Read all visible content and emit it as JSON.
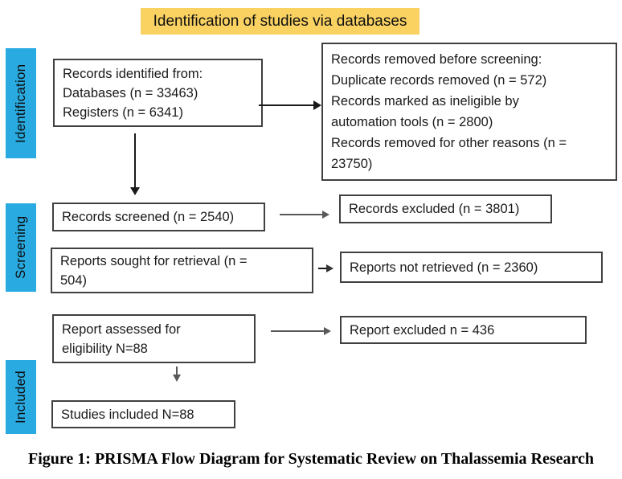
{
  "banner": {
    "label": "Identification of studies via databases"
  },
  "stages": {
    "identification": "Identification",
    "screening": "Screening",
    "included": "Included"
  },
  "boxes": {
    "records_identified": [
      "Records identified from:",
      "Databases (n = 33463)",
      "Registers (n = 6341)"
    ],
    "records_removed": [
      "Records removed before screening:",
      "Duplicate records removed (n = 572)",
      "Records marked as ineligible by",
      "automation tools (n = 2800)",
      "Records removed for other reasons (n =",
      "23750)"
    ],
    "records_screened": "Records screened (n = 2540)",
    "records_excluded": "Records excluded (n = 3801)",
    "reports_sought": [
      "Reports sought for retrieval (n =",
      "504)"
    ],
    "reports_not_retrieved": "Reports not retrieved (n = 2360)",
    "report_assessed": [
      "Report assessed for",
      "eligibility N=88"
    ],
    "report_excluded": "Report excluded n = 436",
    "studies_included": "Studies included N=88"
  },
  "caption": "Figure 1: PRISMA Flow Diagram for Systematic Review on Thalassemia Research",
  "colors": {
    "stage_blue": "#29ABE2",
    "banner_yellow": "#F9D262",
    "box_border": "#404040",
    "arrow_dark": "#1a1a1a",
    "arrow_gray": "#595959"
  }
}
